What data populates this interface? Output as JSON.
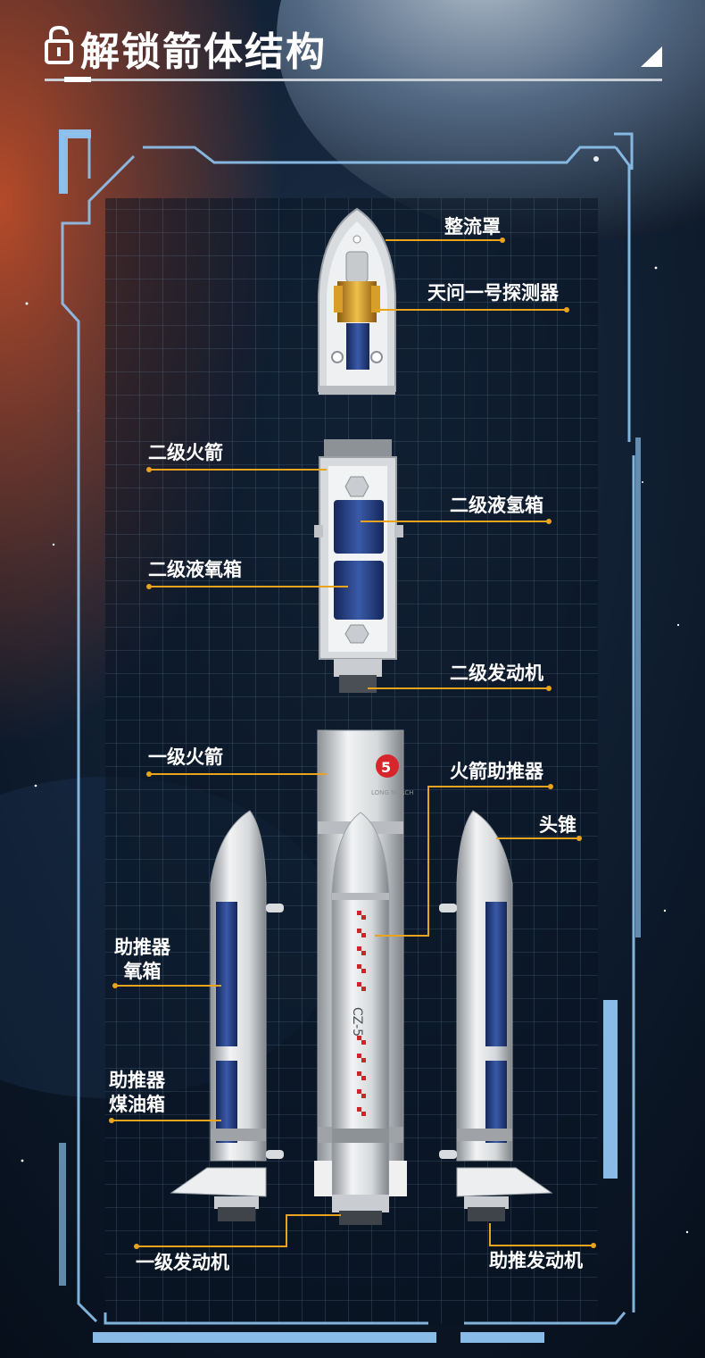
{
  "header": {
    "title": "解锁箭体结构",
    "icon": "lock-icon"
  },
  "parts": {
    "fairing": "整流罩",
    "probe": "天问一号探测器",
    "stage2": "二级火箭",
    "stage2_lh2": "二级液氢箱",
    "stage2_lox": "二级液氧箱",
    "stage2_engine": "二级发动机",
    "stage1": "一级火箭",
    "booster": "火箭助推器",
    "nose_cone": "头锥",
    "booster_lox_1": "助推器",
    "booster_lox_2": "氧箱",
    "booster_kero_1": "助推器",
    "booster_kero_2": "煤油箱",
    "stage1_engine": "一级发动机",
    "booster_engine": "助推发动机"
  },
  "rocket_marks": {
    "side_text": "CZ-5",
    "brand": "LONG MARCH"
  },
  "colors": {
    "accent": "#e9a31c",
    "frame": "#8fc4f0",
    "grid": "#6d8aa8"
  }
}
